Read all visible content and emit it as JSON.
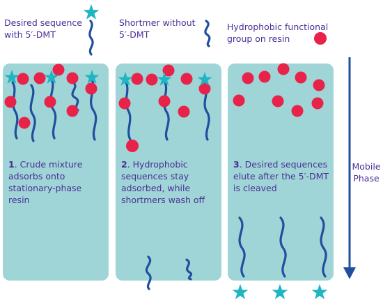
{
  "legend": {
    "desired_line1": "Desired sequence",
    "desired_line2": "with 5′-DMT",
    "shortmer_line1": "Shortmer without",
    "shortmer_line2": "5′-DMT",
    "hydrophobic_line1": "Hydrophobic functional",
    "hydrophobic_line2": "group on resin"
  },
  "panels": [
    {
      "num": "1",
      "text_line1": ". Crude mixture",
      "text_line2": "adsorbs onto",
      "text_line3": "stationary-phase",
      "text_line4": "resin"
    },
    {
      "num": "2",
      "text_line1": ". Hydrophobic",
      "text_line2": "sequences stay",
      "text_line3": "adsorbed, while",
      "text_line4": "shortmers wash off"
    },
    {
      "num": "3",
      "text_line1": ". Desired sequences",
      "text_line2": "elute after the 5′-DMT",
      "text_line3": "is cleaved",
      "text_line4": ""
    }
  ],
  "mobile_phase": {
    "line1": "Mobile",
    "line2": "Phase"
  },
  "colors": {
    "panel": "#9fd5d6",
    "strand": "#1f4f9e",
    "bead": "#e8234a",
    "star": "#1fb5c4",
    "text": "#4a2f96"
  }
}
